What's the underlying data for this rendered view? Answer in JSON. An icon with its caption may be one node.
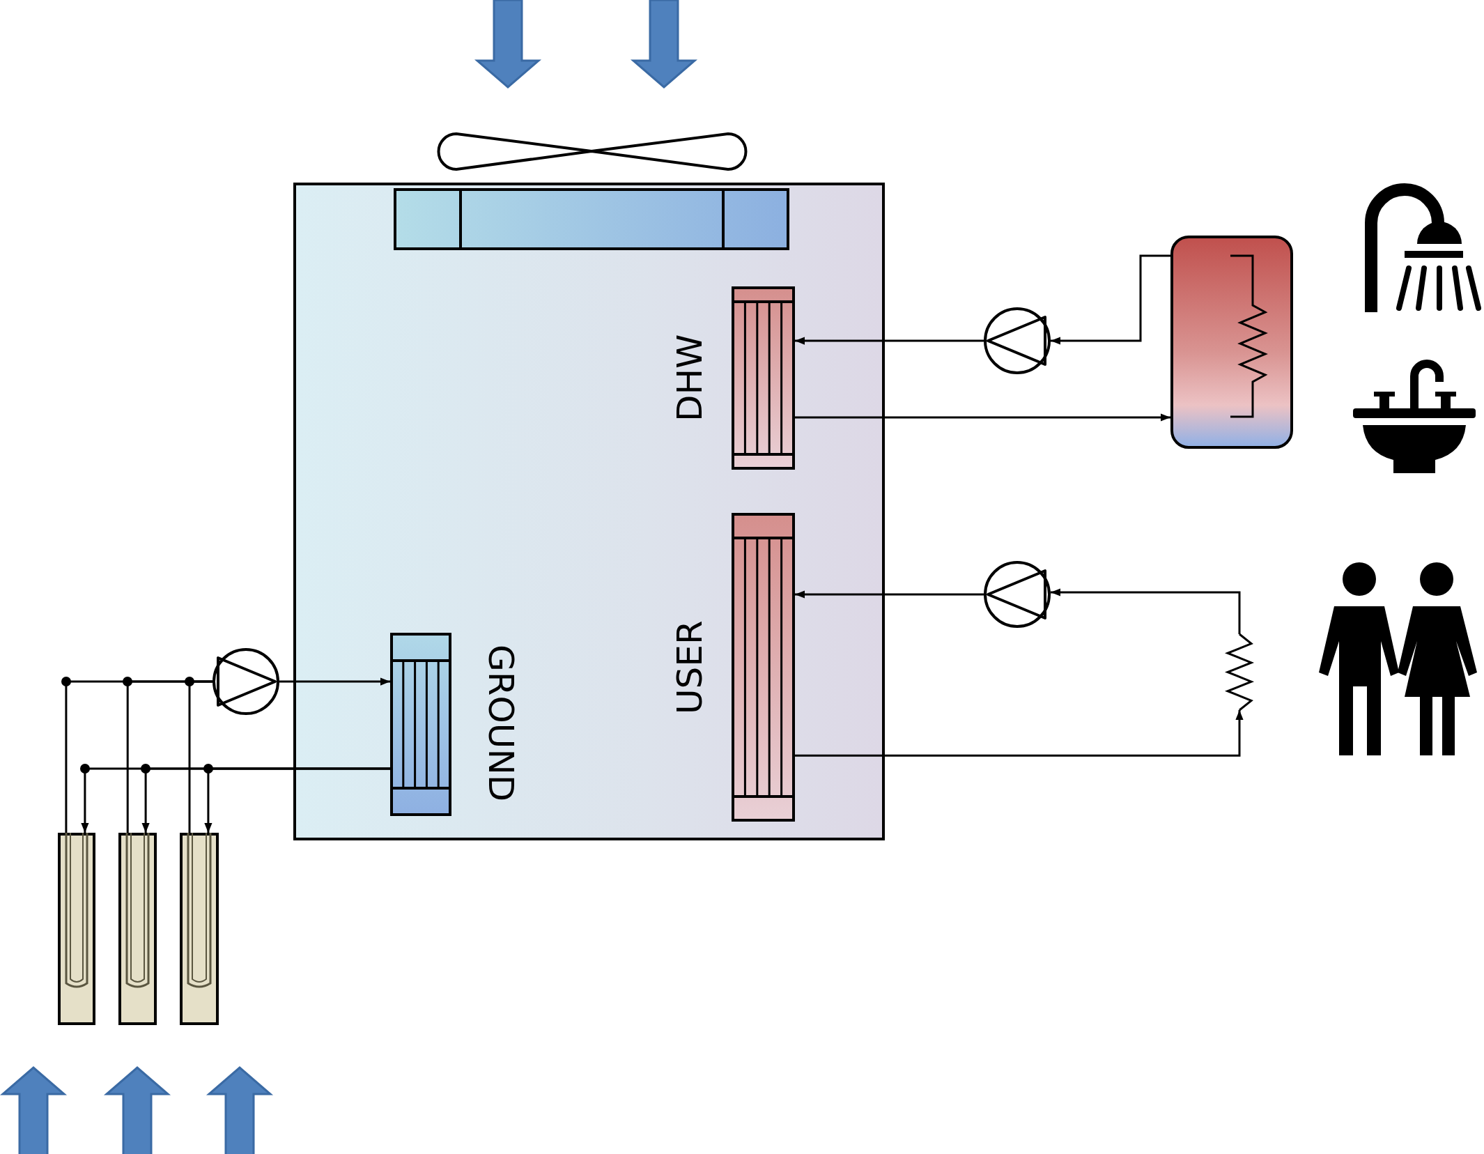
{
  "diagram": {
    "nodes": [
      {
        "text": [],
        "shape": "box"
      },
      {
        "text": [],
        "shape": "box",
        "in": 0
      },
      {
        "text": [
          "DHW"
        ],
        "in": 0
      },
      {
        "text": [
          "USER"
        ],
        "in": 0
      },
      {
        "text": [
          "GROUND"
        ],
        "in": 0
      },
      {
        "text": [],
        "shape": "circle"
      },
      {
        "text": [],
        "shape": "box"
      },
      {
        "text": [],
        "shape": "circle"
      },
      {
        "text": [],
        "shape": "picture"
      },
      {
        "text": [],
        "shape": "circle"
      },
      {
        "text": [],
        "shape": "box"
      },
      {
        "text": [],
        "shape": "box"
      },
      {
        "text": [],
        "shape": "box"
      }
    ],
    "edges": [
      {
        "from": 5,
        "to": 2,
        "arrow": "to"
      },
      {
        "from": 6,
        "to": 5,
        "arrow": "to"
      },
      {
        "from": 2,
        "to": 6,
        "arrow": "to"
      },
      {
        "from": 7,
        "to": 3,
        "arrow": "to"
      },
      {
        "from": 8,
        "to": 7,
        "arrow": "to"
      },
      {
        "from": 3,
        "to": 8,
        "arrow": "to"
      },
      {
        "from": 9,
        "to": 4,
        "arrow": "to"
      },
      {
        "from": 4,
        "to": 10,
        "arrow": "to"
      },
      {
        "from": 4,
        "to": 11,
        "arrow": "to"
      },
      {
        "from": 4,
        "to": 12,
        "arrow": "to"
      },
      {
        "from": 10,
        "to": 9,
        "arrow": "none"
      },
      {
        "from": 11,
        "to": 9,
        "arrow": "none"
      },
      {
        "from": 12,
        "to": 9,
        "arrow": "none"
      }
    ]
  }
}
